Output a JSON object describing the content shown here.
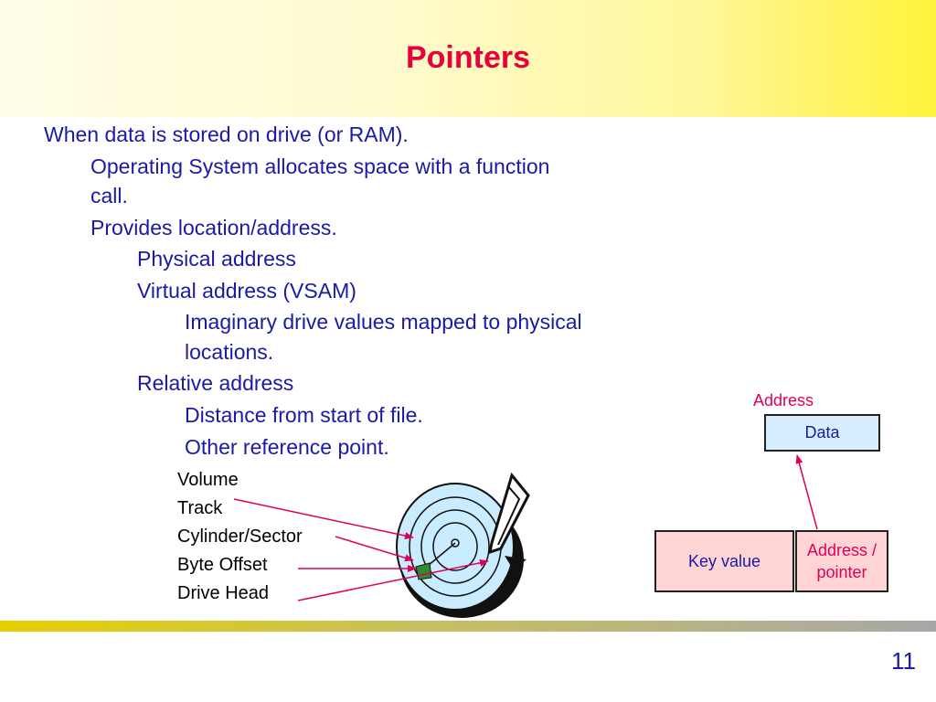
{
  "slide": {
    "title": "Pointers",
    "page_number": "11"
  },
  "bullets": [
    "When data is stored on drive (or RAM).",
    "Operating System allocates space with a function",
    "call.",
    "Provides location/address.",
    "Physical address",
    "Virtual address (VSAM)",
    "Imaginary drive values mapped to physical",
    "locations.",
    "Relative address",
    "Distance from start of file.",
    "Other reference point."
  ],
  "disk_labels": [
    "Volume",
    "Track",
    "Cylinder/Sector",
    "Byte Offset",
    "Drive Head"
  ],
  "pointer_diagram": {
    "address_label": "Address",
    "data_label": "Data",
    "key_label": "Key value",
    "pointer_label": "Address / pointer"
  },
  "colors": {
    "title": "#e8003c",
    "body_text": "#1a1aa6",
    "arrows": "#e0005a",
    "data_box": "#d6eeff",
    "record_box": "#ffd4d4",
    "disk": "#c9ecff"
  }
}
